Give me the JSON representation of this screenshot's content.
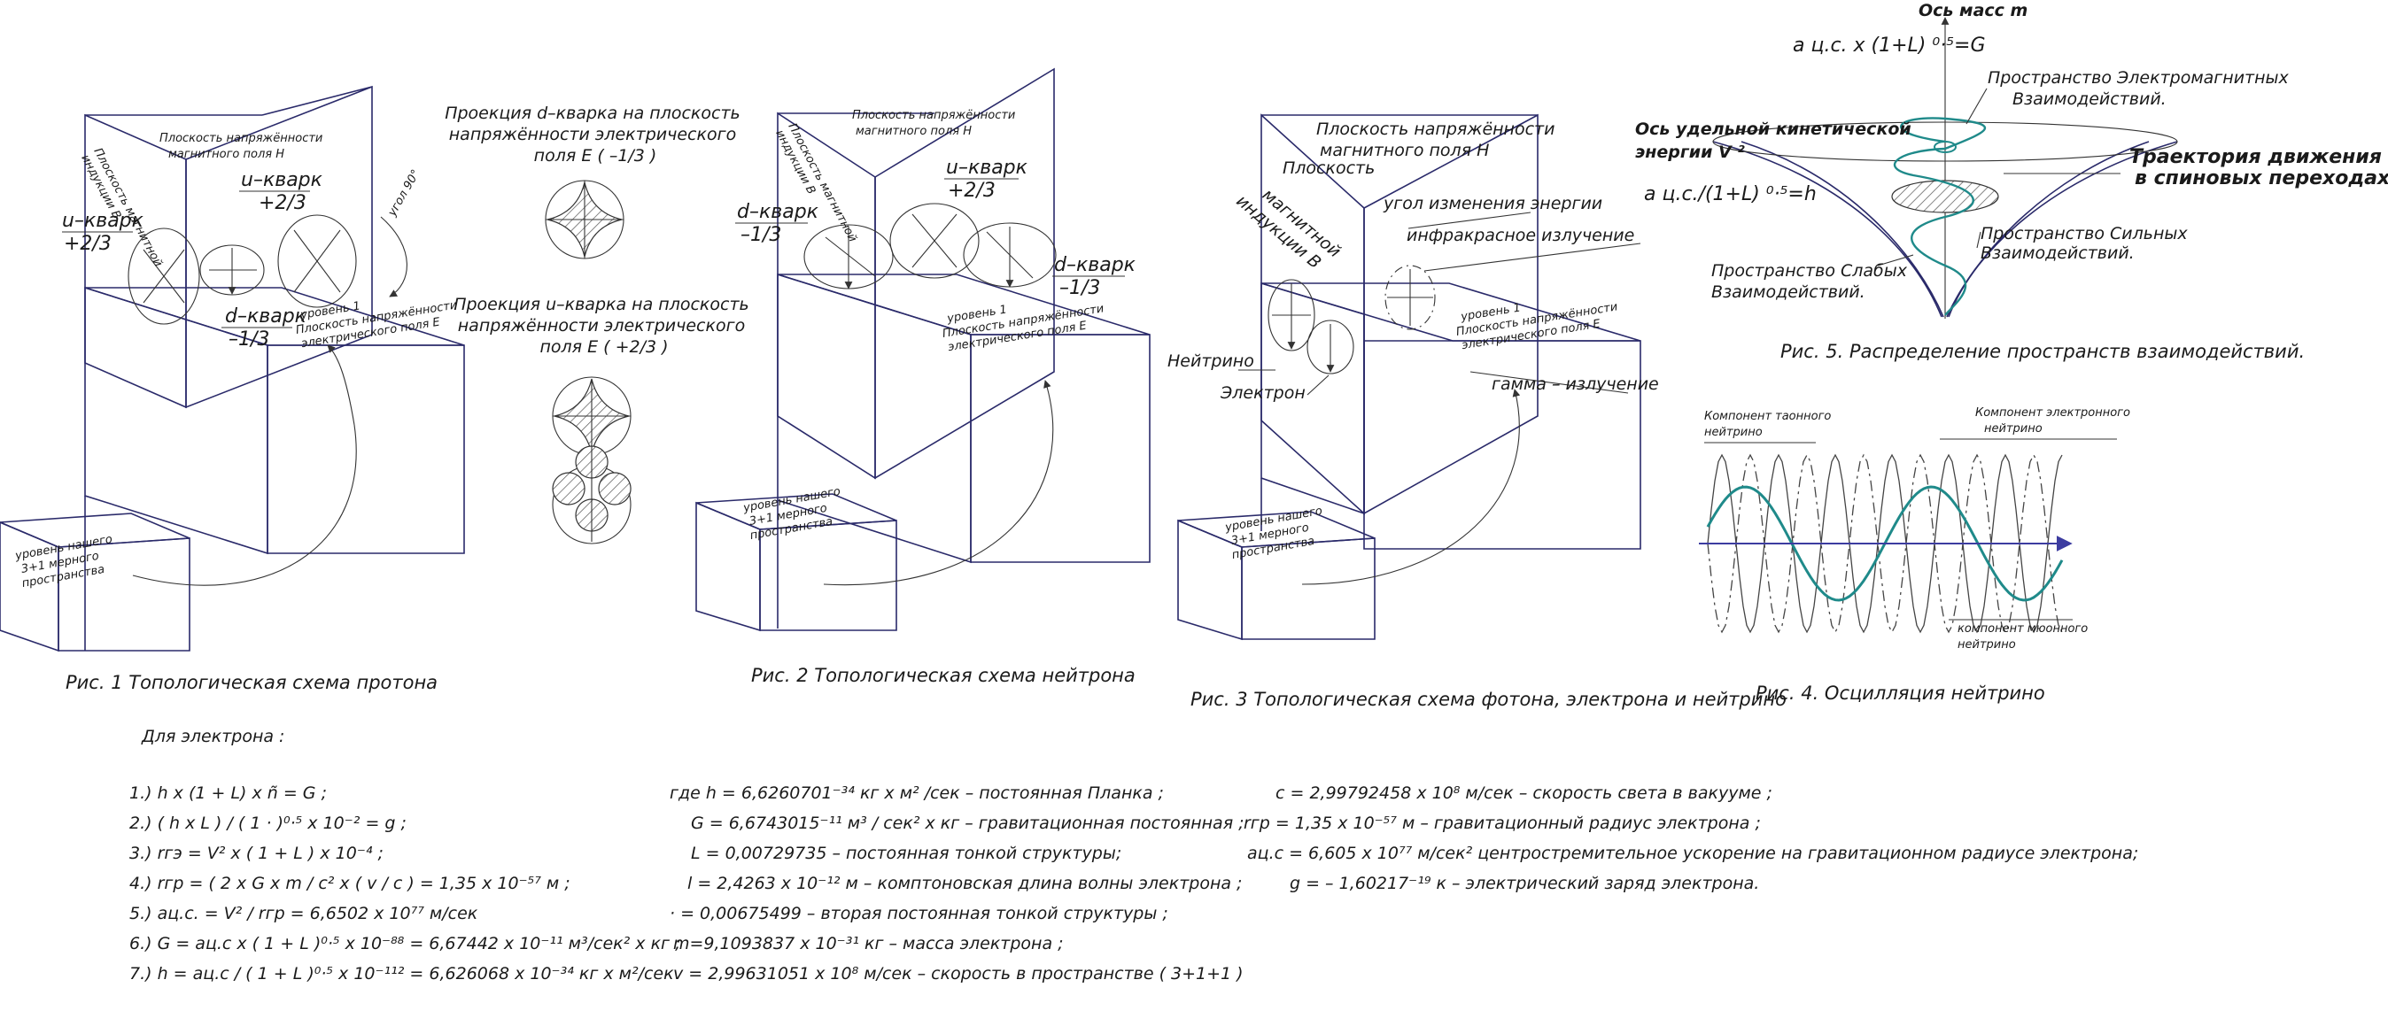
{
  "fig1": {
    "plane_h": [
      "Плоскость напряжённости",
      "магнитного поля Н"
    ],
    "plane_b": [
      "Плоскость магнитной",
      "индукции В"
    ],
    "u1": [
      "u–кварк",
      "+2/3"
    ],
    "u2": [
      "u–кварк",
      "+2/3"
    ],
    "d": [
      "d–кварк",
      "–1/3"
    ],
    "angle": "угол 90°",
    "level1": [
      "уровень 1",
      "Плоскость напряжённости",
      "электрического поля Е"
    ],
    "base": [
      "уровень нашего",
      "3+1 мерного",
      "пространства"
    ],
    "caption": "Рис. 1 Топологическая схема протона"
  },
  "proj": {
    "d_title": [
      "Проекция d–кварка на плоскость",
      "напряжённости электрического",
      "поля Е ( –1/3 )"
    ],
    "u_title": [
      "Проекция u–кварка на плоскость",
      "напряжённости электрического",
      "поля Е ( +2/3 )"
    ]
  },
  "fig2": {
    "plane_h": [
      "Плоскость напряжённости",
      "магнитного поля Н"
    ],
    "plane_b": [
      "Плоскость магнитной",
      "индукции В"
    ],
    "d1": [
      "d–кварк",
      "–1/3"
    ],
    "u": [
      "u–кварк",
      "+2/3"
    ],
    "d2": [
      "d–кварк",
      "–1/3"
    ],
    "level1": [
      "уровень 1",
      "Плоскость напряжённости",
      "электрического поля Е"
    ],
    "base": [
      "уровень нашего",
      "3+1 мерного",
      "пространства"
    ],
    "caption": "Рис. 2 Топологическая схема нейтрона"
  },
  "fig3": {
    "plane_h": [
      "Плоскость напряжённости",
      "магнитного поля Н"
    ],
    "plane_b": [
      "Плоскость",
      "магнитной",
      "индукции В"
    ],
    "angle": "угол изменения энергии",
    "ir": "инфракрасное излучение",
    "neutrino": "Нейтрино",
    "electron": "Электрон",
    "gamma": "гамма – излучение",
    "level1": [
      "уровень 1",
      "Плоскость напряжённости",
      "электрического поля Е"
    ],
    "base": [
      "уровень нашего",
      "3+1 мерного",
      "пространства"
    ],
    "caption": "Рис. 3 Топологическая схема фотона, электрона и нейтрино"
  },
  "fig4": {
    "tau": [
      "Компонент таонного",
      "нейтрино"
    ],
    "el": [
      "Компонент электронного",
      "нейтрино"
    ],
    "mu": [
      "компонент мюонного",
      "нейтрино"
    ],
    "caption": "Рис. 4. Осцилляция   нейтрино"
  },
  "fig5": {
    "mass_axis": "Ось масс m",
    "formula_g": "а ц.с. х (1+L) ⁰·⁵=G",
    "kin_axis": [
      "Ось удельной кинетической",
      "энергии V ²"
    ],
    "formula_h": "а ц.с./(1+L) ⁰·⁵=h",
    "em": [
      "Пространство Электромагнитных",
      "Взаимодействий."
    ],
    "traj": [
      "Траектория движения частиц",
      "в спиновых переходах."
    ],
    "strong": [
      "Пространство Сильных",
      "Взаимодействий."
    ],
    "weak": [
      "Пространство Слабых",
      "Взаимодействий."
    ],
    "caption": "Рис. 5.  Распределение пространств  взаимодействий."
  },
  "formulas": {
    "heading": "Для   электрона :",
    "col1": [
      "1.)  h x (1 + L) x ñ = G ;",
      "2.)  ( h x L ) / ( 1 · )⁰·⁵ x 10⁻² = g ;",
      "3.)  rгэ = V² x ( 1 + L ) x 10⁻⁴ ;",
      "4.) rгр = ( 2 x G x m / c² x ( v / c ) = 1,35 x 10⁻⁵⁷ м ;",
      "5.) aц.с. = V² / rгр = 6,6502 x 10⁷⁷ м/сек",
      "6.) G = aц.с x ( 1 + L )⁰·⁵ x 10⁻⁸⁸ = 6,67442 x 10⁻¹¹ м³/сек² x кг ;",
      "7.) h = aц.с / ( 1 + L )⁰·⁵ x 10⁻¹¹² = 6,626068 x 10⁻³⁴ кг x м²/сек"
    ],
    "col2": [
      "где  h = 6,6260701⁻³⁴ кг x м² /сек –  постоянная  Планка ;",
      "G = 6,6743015⁻¹¹ м³ / сек² x кг  – гравитационная  постоянная ;",
      "L  = 0,00729735 – постоянная  тонкой  структуры;",
      "l = 2,4263 x 10⁻¹² м – комптоновская  длина  волны  электрона ;",
      "· = 0,00675499 – вторая  постоянная  тонкой  структуры  ;",
      "m=9,1093837 x 10⁻³¹  кг – масса  электрона ;",
      "v = 2,99631051 x 10⁸ м/сек – скорость  в  пространстве  ( 3+1+1 )"
    ],
    "col3": [
      "c = 2,99792458 x 10⁸  м/сек – скорость  света  в  вакууме ;",
      "rгр = 1,35 x 10⁻⁵⁷ м  – гравитационный  радиус  электрона ;",
      "aц.с = 6,605 x 10⁷⁷ м/сек²  центростремительное  ускорение  на  гравитационном  радиусе  электрона;",
      "g = – 1,60217⁻¹⁹ к – электрический  заряд  электрона."
    ]
  },
  "colors": {
    "line": "#2a2a6a",
    "teal": "#1f8a8a",
    "axis_arrow": "#3c3ca0"
  }
}
